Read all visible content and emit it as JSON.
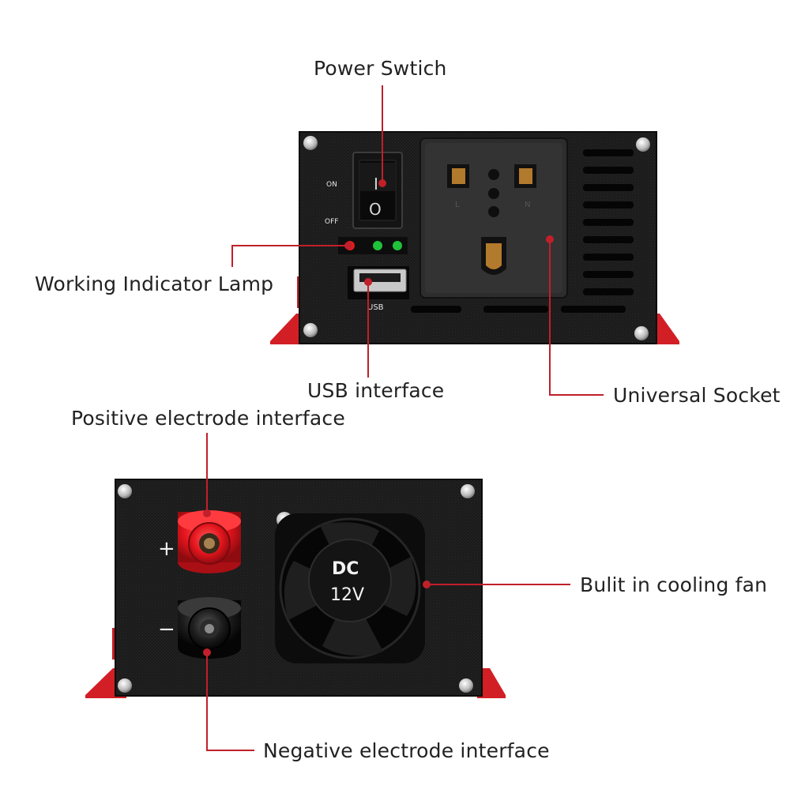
{
  "callouts": {
    "power_switch": "Power Swtich",
    "indicator_lamp": "Working Indicator Lamp",
    "usb_interface": "USB interface",
    "universal_socket": "Universal Socket",
    "positive_electrode": "Positive electrode interface",
    "cooling_fan": "Bulit in cooling fan",
    "negative_electrode": "Negative electrode interface"
  },
  "front_panel": {
    "on_label": "ON",
    "off_label": "OFF",
    "switch_on_symbol": "I",
    "switch_off_symbol": "O",
    "usb_label": "USB",
    "socket_marks": [
      "L",
      "N"
    ],
    "indicator_colors": [
      "#e21b1b",
      "#1fc23a",
      "#1fc23a"
    ]
  },
  "rear_panel": {
    "positive_symbol": "+",
    "negative_symbol": "−",
    "fan_line1": "DC",
    "fan_line2": "12V"
  },
  "colors": {
    "leader_line": "#c0202a",
    "housing": "#1b1b1b",
    "foot": "#d21f26",
    "positive_terminal": "#e3141c"
  }
}
